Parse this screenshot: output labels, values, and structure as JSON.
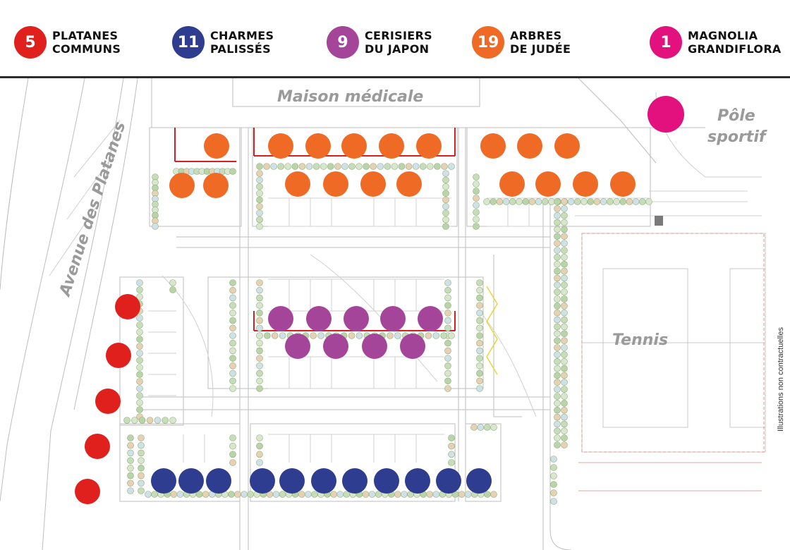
{
  "legend": [
    {
      "count": "5",
      "line1": "PLATANES",
      "line2": "COMMUNS",
      "color": "#e0201c",
      "icon": "plane-tree-marker"
    },
    {
      "count": "11",
      "line1": "CHARMES",
      "line2": "PALISSÉS",
      "color": "#2e3d8f",
      "icon": "hornbeam-marker"
    },
    {
      "count": "9",
      "line1": "CERISIERS",
      "line2": "DU JAPON",
      "color": "#a5459a",
      "icon": "cherry-tree-marker"
    },
    {
      "count": "19",
      "line1": "ARBRES",
      "line2": "DE JUDÉE",
      "color": "#ee6a25",
      "icon": "judas-tree-marker"
    },
    {
      "count": "1",
      "line1": "MAGNOLIA",
      "line2": "GRANDIFLORA",
      "color": "#e2117d",
      "icon": "magnolia-marker"
    }
  ],
  "map": {
    "street": "Avenue des Platanes",
    "building": "Maison médicale",
    "sport_line1": "Pôle",
    "sport_line2": "sportif",
    "tennis": "Tennis"
  },
  "credit": "Illustrations non contractuelles"
}
